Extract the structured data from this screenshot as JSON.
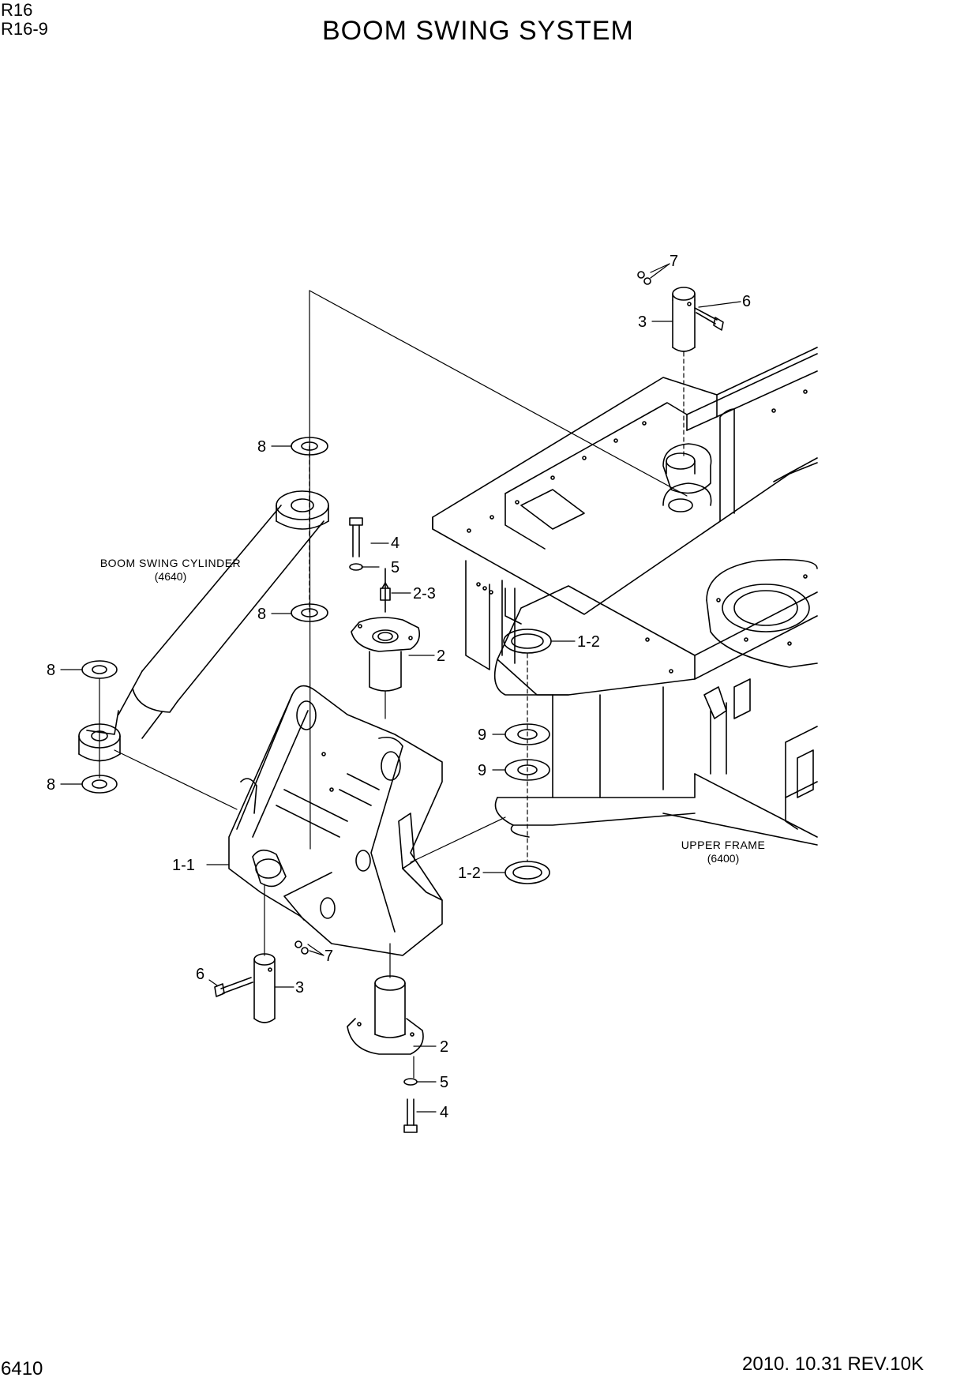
{
  "header": {
    "model_line_1": "R16",
    "model_line_2": "R16-9",
    "title": "BOOM SWING SYSTEM"
  },
  "footer": {
    "page_number": "6410",
    "revision": "2010. 10.31 REV.10K"
  },
  "callouts": [
    {
      "id": "c7top",
      "label": "7"
    },
    {
      "id": "c6top",
      "label": "6"
    },
    {
      "id": "c3top",
      "label": "3"
    },
    {
      "id": "c8a",
      "label": "8"
    },
    {
      "id": "c4top",
      "label": "4"
    },
    {
      "id": "c5top",
      "label": "5"
    },
    {
      "id": "c23",
      "label": "2-3"
    },
    {
      "id": "c8b",
      "label": "8"
    },
    {
      "id": "c2top",
      "label": "2"
    },
    {
      "id": "c12top",
      "label": "1-2"
    },
    {
      "id": "c8c",
      "label": "8"
    },
    {
      "id": "c9a",
      "label": "9"
    },
    {
      "id": "c9b",
      "label": "9"
    },
    {
      "id": "c8d",
      "label": "8"
    },
    {
      "id": "c11",
      "label": "1-1"
    },
    {
      "id": "c12bot",
      "label": "1-2"
    },
    {
      "id": "c7bot",
      "label": "7"
    },
    {
      "id": "c6bot",
      "label": "6"
    },
    {
      "id": "c3bot",
      "label": "3"
    },
    {
      "id": "c2bot",
      "label": "2"
    },
    {
      "id": "c5bot",
      "label": "5"
    },
    {
      "id": "c4bot",
      "label": "4"
    }
  ],
  "references": {
    "cylinder": {
      "name": "BOOM SWING CYLINDER",
      "code": "(4640)"
    },
    "upper_frame": {
      "name": "UPPER FRAME",
      "code": "(6400)"
    }
  }
}
